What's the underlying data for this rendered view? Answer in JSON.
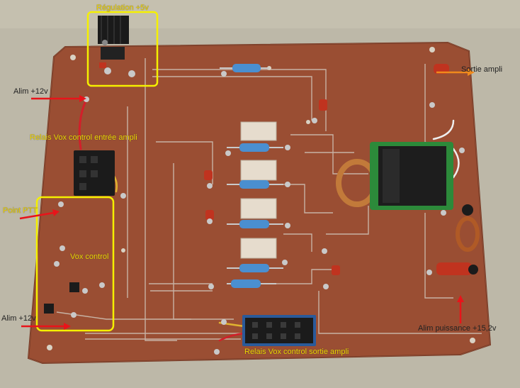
{
  "photo": {
    "subject": "copper-clad circuit board with hand-scribed tracks",
    "colors": {
      "background": "#bdb8a8",
      "board": "#9a4e33",
      "board_dark": "#7e3c27",
      "trace_outline": "#cfc4b8",
      "highlight_box": "#f5f000",
      "arrow_red": "#e8141a",
      "arrow_orange": "#f08a1c",
      "label_yellow": "#f2d600",
      "label_dark": "#222222",
      "resistor_blue": "#4a8fd0",
      "relay_black": "#1b1b1b",
      "relay_blue": "#2a5a9a",
      "toroid_green": "#2c8a3a"
    }
  },
  "annotations": {
    "regulation": "Régulation +5v",
    "sortie_ampli": "Sortie ampli",
    "alim_12v_top": "Alim +12v",
    "relais_entree": "Relais Vox control entrée ampli",
    "point_ptt": "Point PTT",
    "vox_control": "Vox control",
    "alim_12v_bottom": "Alim +12v",
    "alim_puissance": "Alim puissance +15,2v",
    "relais_sortie": "Relais Vox control sortie ampli"
  }
}
